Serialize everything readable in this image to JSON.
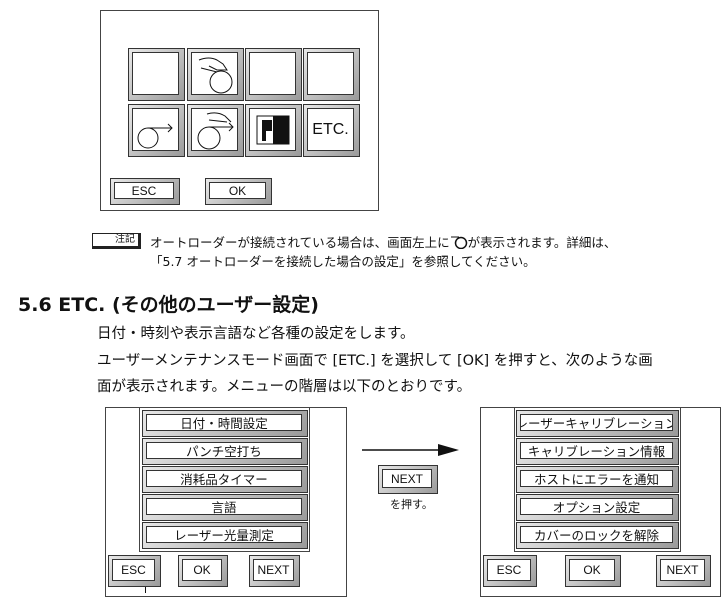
{
  "top_screen": {
    "etc_label": "ETC.",
    "esc_label": "ESC",
    "ok_label": "OK",
    "icons": [
      "blank",
      "hand-roller-icon",
      "blank",
      "blank",
      "roller-arrow-icon",
      "hand-roller-arrow-icon",
      "print-density-icon",
      "etc"
    ]
  },
  "note": {
    "badge": "注記",
    "line1a": "オートローダーが接続されている場合は、画面左上に",
    "line1b": "が表示されます。詳細は、",
    "line2": "「5.7 オートローダーを接続した場合の設定」を参照してください。"
  },
  "section": {
    "heading": "5.6 ETC. (その他のユーザー設定)",
    "p1": "日付・時刻や表示言語など各種の設定をします。",
    "p2": "ユーザーメンテナンスモード画面で [ETC.] を選択して [OK] を押すと、次のような画",
    "p3": "面が表示されます。メニューの階層は以下のとおりです。"
  },
  "left_screen": {
    "items": [
      "日付・時間設定",
      "パンチ空打ち",
      "消耗品タイマー",
      "言語",
      "レーザー光量測定"
    ],
    "esc": "ESC",
    "ok": "OK",
    "next": "NEXT"
  },
  "transition": {
    "button": "NEXT",
    "caption": "を押す。"
  },
  "right_screen": {
    "items": [
      "レーザーキャリブレーション",
      "キャリブレーション情報",
      "ホストにエラーを通知",
      "オプション設定",
      "カバーのロックを解除"
    ],
    "esc": "ESC",
    "ok": "OK",
    "next": "NEXT"
  }
}
